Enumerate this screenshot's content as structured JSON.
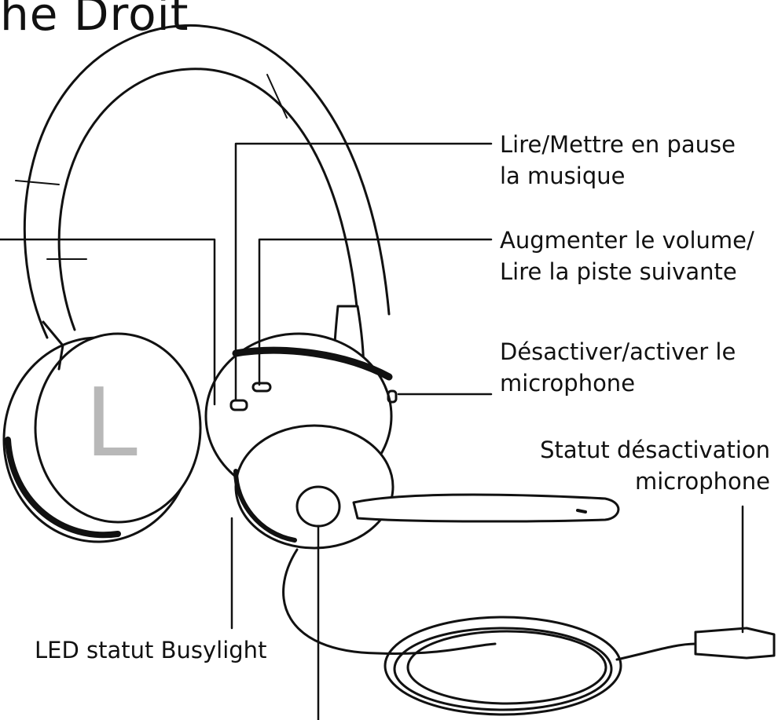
{
  "heading": "he Droit",
  "earcup_letter": "L",
  "callouts": {
    "play_pause": {
      "line1": "Lire/Mettre en pause",
      "line2": "la musique"
    },
    "volume_up": {
      "line1": "Augmenter le volume/",
      "line2": "Lire la piste suivante"
    },
    "mute": {
      "line1": "Désactiver/activer le",
      "line2": "microphone"
    },
    "mute_status": {
      "line1": "Statut désactivation",
      "line2": "microphone"
    },
    "busylight": {
      "line1": "LED statut Busylight"
    }
  },
  "colors": {
    "line": "#111111",
    "letter_grey": "#b8b8b8",
    "background": "#ffffff"
  }
}
